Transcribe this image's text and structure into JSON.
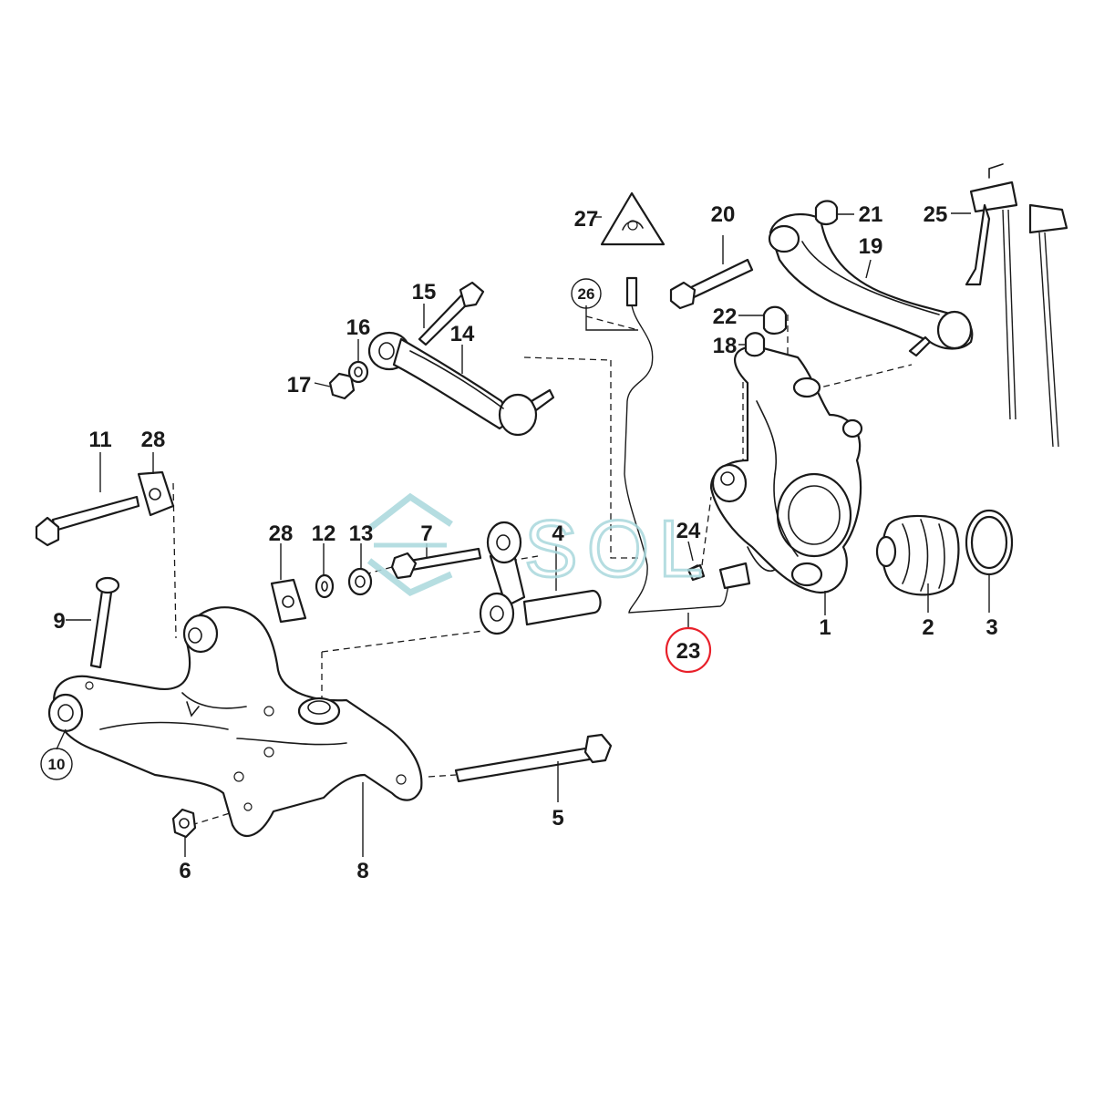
{
  "labels": {
    "p1": "1",
    "p2": "2",
    "p3": "3",
    "p4": "4",
    "p5": "5",
    "p6": "6",
    "p7": "7",
    "p8": "8",
    "p9": "9",
    "p10": "10",
    "p11": "11",
    "p12": "12",
    "p13": "13",
    "p14": "14",
    "p15": "15",
    "p16": "16",
    "p17": "17",
    "p18": "18",
    "p19": "19",
    "p20": "20",
    "p21": "21",
    "p22": "22",
    "p23": "23",
    "p24": "24",
    "p25": "25",
    "p26": "26",
    "p27": "27",
    "p28a": "28",
    "p28b": "28"
  },
  "highlight": {
    "part": "23",
    "color": "#e8202a"
  },
  "watermark": {
    "text": "SOL",
    "color": "#a9d8dc"
  }
}
